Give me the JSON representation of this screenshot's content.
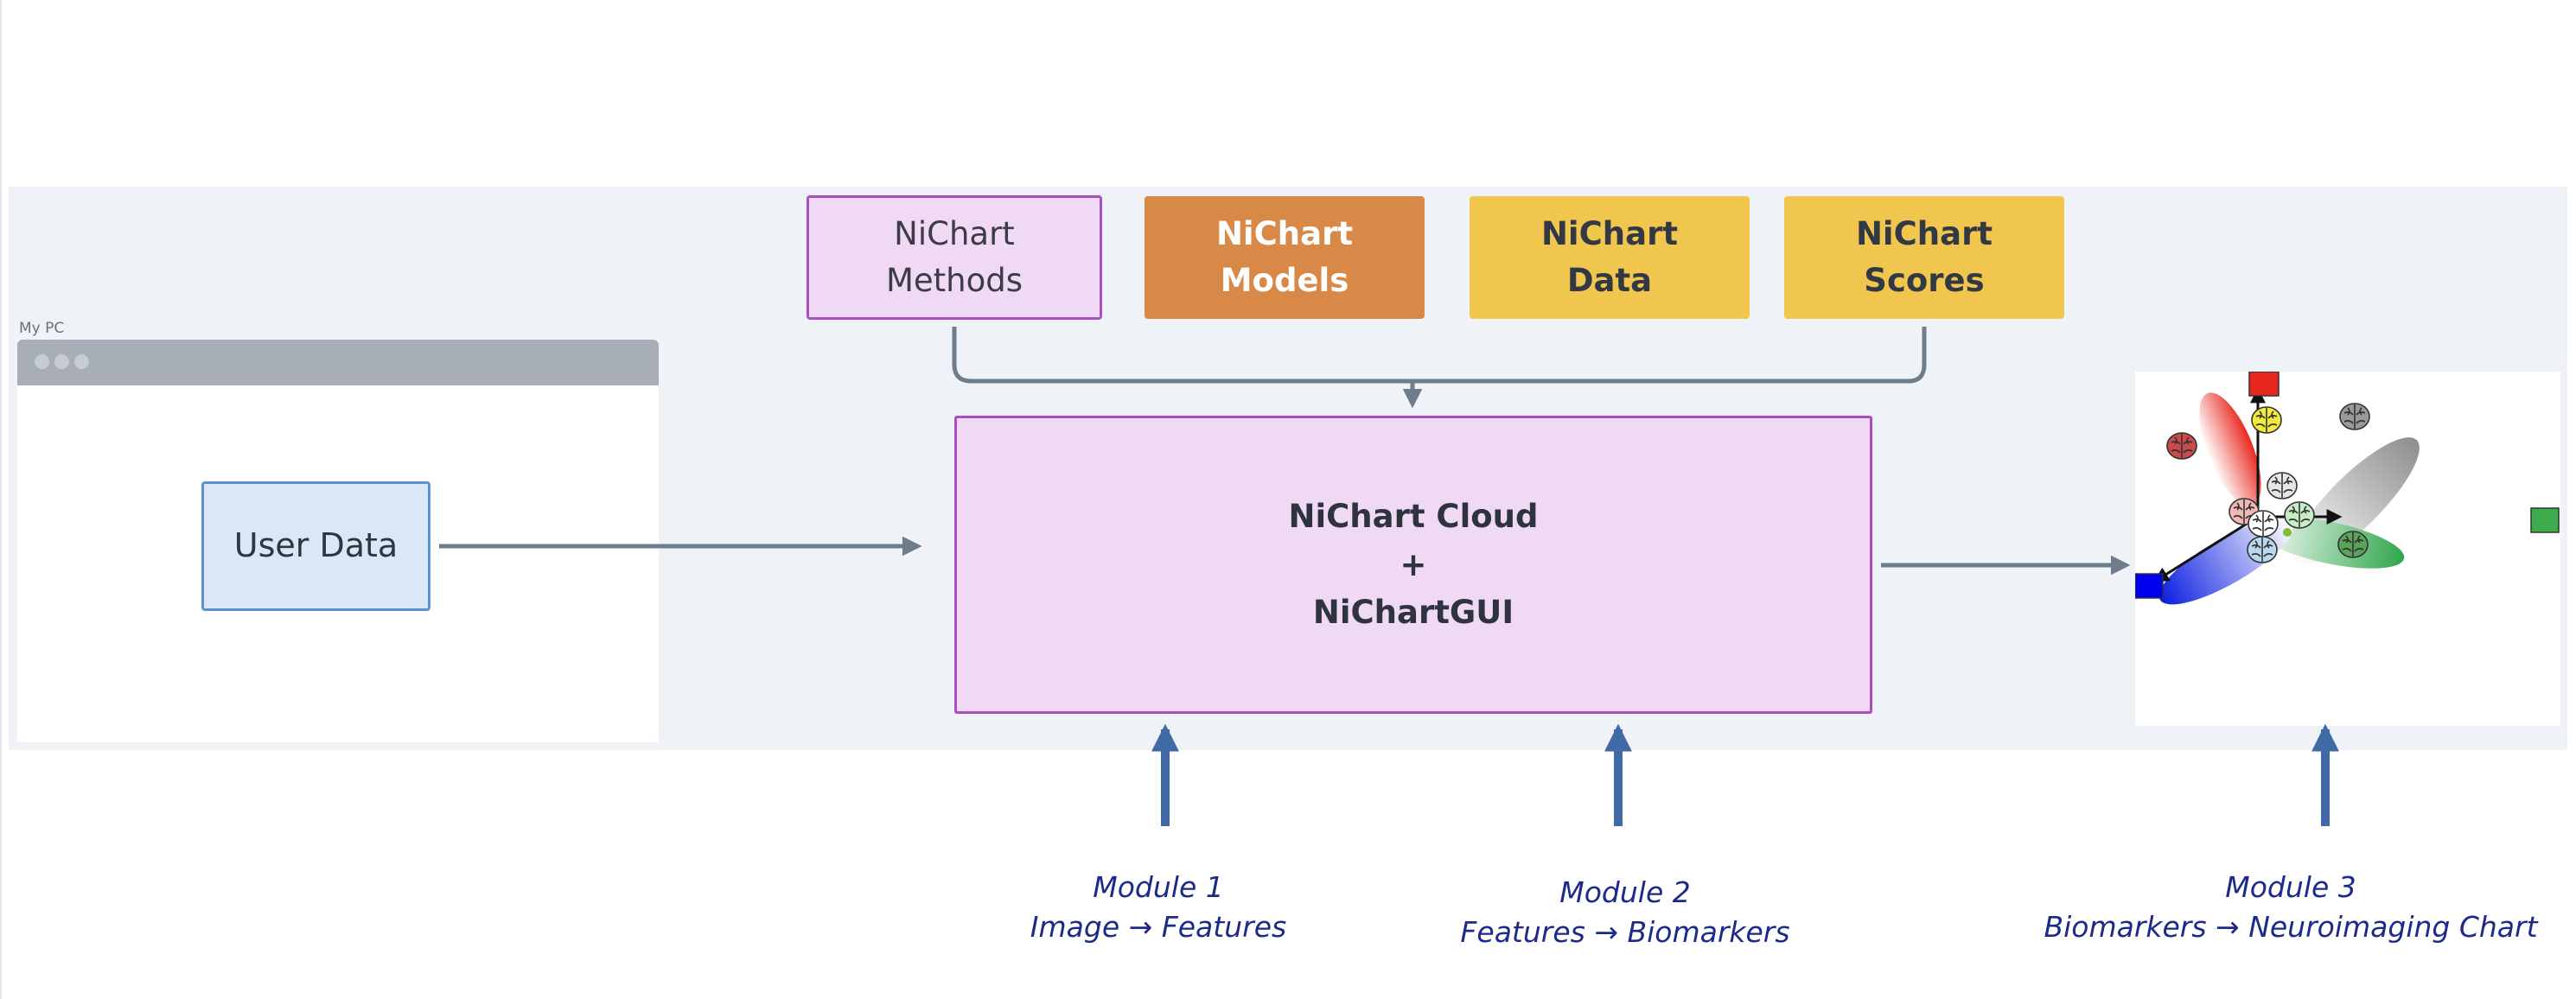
{
  "pc": {
    "label": "My PC"
  },
  "user_data": {
    "label": "User Data"
  },
  "top_boxes": {
    "methods": {
      "line1": "NiChart",
      "line2": "Methods",
      "color": "#f0d9f4"
    },
    "models": {
      "line1": "NiChart",
      "line2": "Models",
      "color": "#d98947"
    },
    "data": {
      "line1": "NiChart",
      "line2": "Data",
      "color": "#f1c64e"
    },
    "scores": {
      "line1": "NiChart",
      "line2": "Scores",
      "color": "#f1c64e"
    }
  },
  "cloud": {
    "line1": "NiChart Cloud",
    "line2": "+",
    "line3": "NiChartGUI"
  },
  "modules": [
    {
      "title": "Module 1",
      "subtitle": "Image → Features"
    },
    {
      "title": "Module 2",
      "subtitle": "Features → Biomarkers"
    },
    {
      "title": "Module 3",
      "subtitle": "Biomarkers → Neuroimaging Chart"
    }
  ],
  "neuro_chart": {
    "axis_colors": {
      "vertical": "#e8281e",
      "horizontal": "#3eac4a",
      "diagonal": "#0000ee"
    },
    "icons": [
      "brain-icon"
    ]
  },
  "colors": {
    "arrow_gray": "#6e7d8c",
    "arrow_blue": "#3f6aa6",
    "module_text": "#1c2a8a"
  }
}
